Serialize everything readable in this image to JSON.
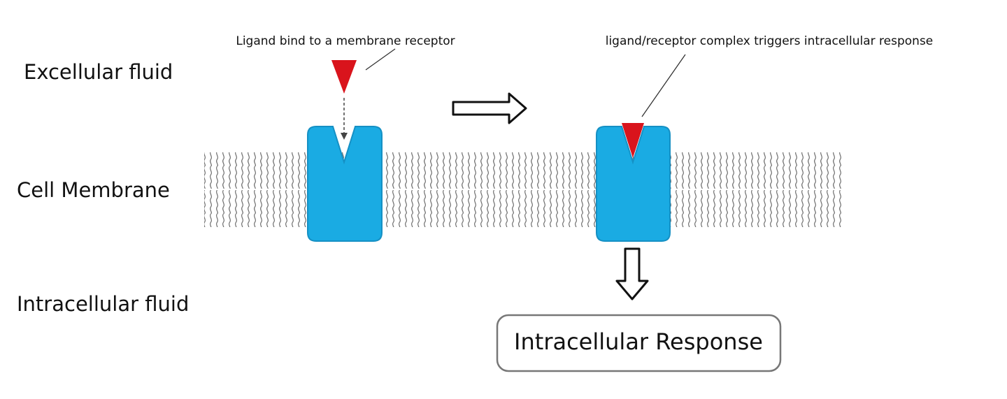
{
  "labels": {
    "extracellular": "Excellular fluid",
    "membrane": "Cell Membrane",
    "intracellular": "Intracellular fluid"
  },
  "callouts": {
    "ligand_binding": "Ligand bind to a membrane receptor",
    "complex_response": "ligand/receptor complex triggers intracellular response"
  },
  "response_box": {
    "label": "Intracellular Response"
  },
  "colors": {
    "receptor": "#1aabe3",
    "receptor_stroke": "#1590c4",
    "ligand": "#d9141c",
    "membrane_hatch": "#555555",
    "arrow_stroke": "#111111"
  },
  "icons": {
    "process_arrow": "right-arrow-outline",
    "response_arrow": "down-arrow-outline"
  }
}
